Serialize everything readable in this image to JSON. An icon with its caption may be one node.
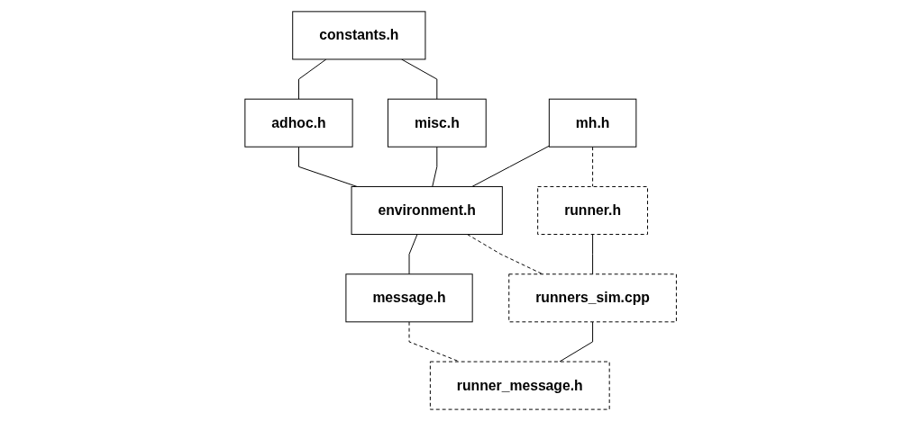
{
  "diagram": {
    "nodes": [
      {
        "text": [
          "constants.h"
        ]
      },
      {
        "text": [
          "adhoc.h"
        ]
      },
      {
        "text": [
          "misc.h"
        ]
      },
      {
        "text": [
          "mh.h"
        ]
      },
      {
        "text": [
          "environment.h"
        ]
      },
      {
        "text": [
          "message.h"
        ]
      },
      {
        "text": [
          "runner.h"
        ]
      },
      {
        "text": [
          "runners_sim.cpp"
        ]
      },
      {
        "text": [
          "runner_message.h"
        ]
      }
    ],
    "edges": [
      {
        "from": 0,
        "to": 1,
        "arrow": "none"
      },
      {
        "from": 0,
        "to": 2,
        "arrow": "none"
      },
      {
        "from": 1,
        "to": 4,
        "arrow": "none"
      },
      {
        "from": 2,
        "to": 4,
        "arrow": "none"
      },
      {
        "from": 3,
        "to": 4,
        "arrow": "none"
      },
      {
        "from": 4,
        "to": 5,
        "arrow": "none"
      },
      {
        "from": 3,
        "to": 6,
        "arrow": "none",
        "style": "dashed"
      },
      {
        "from": 4,
        "to": 7,
        "arrow": "none",
        "style": "dashed"
      },
      {
        "from": 5,
        "to": 8,
        "arrow": "none",
        "style": "dashed"
      },
      {
        "from": 6,
        "to": 7,
        "arrow": "none"
      },
      {
        "from": 7,
        "to": 8,
        "arrow": "none"
      }
    ]
  }
}
